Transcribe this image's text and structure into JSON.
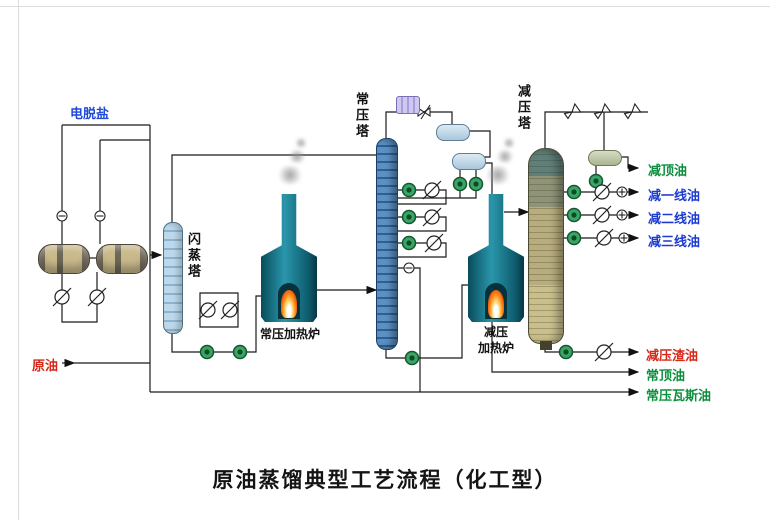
{
  "diagram": {
    "title": "原油蒸馏典型工艺流程（化工型）",
    "equipment": {
      "desalter_label": "电脱盐",
      "crude_label": "原油",
      "flash_tower_label": "闪蒸塔",
      "atm_furnace_label": "常压加热炉",
      "atm_tower_label": "常压塔",
      "vac_furnace_label_line1": "减压",
      "vac_furnace_label_line2": "加热炉",
      "vac_tower_label": "减压塔"
    },
    "label_colors": {
      "desalter": "#1f49d6",
      "crude": "#d62718"
    },
    "products": [
      {
        "label": "减顶油",
        "color": "#0b8f3c"
      },
      {
        "label": "减一线油",
        "color": "#1b3bd1"
      },
      {
        "label": "减二线油",
        "color": "#1b3bd1"
      },
      {
        "label": "减三线油",
        "color": "#1b3bd1"
      },
      {
        "label": "减压渣油",
        "color": "#d62718"
      },
      {
        "label": "常顶油",
        "color": "#0b8f3c"
      },
      {
        "label": "常压瓦斯油",
        "color": "#0b8f3c"
      }
    ],
    "icons": {
      "pump": "green circle",
      "heat_exchanger": "circle with diagonal",
      "instrument": "circle with dash",
      "mixer": "circle with plus",
      "control_valve": "bowtie with slash",
      "ejector": "angled bowtie"
    }
  }
}
